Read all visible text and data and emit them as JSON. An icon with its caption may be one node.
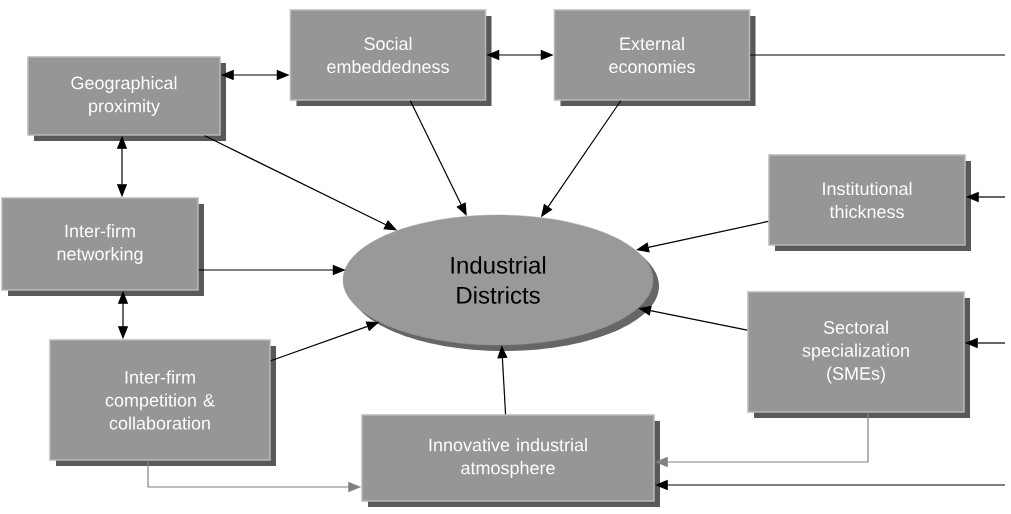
{
  "diagram": {
    "nodes": [
      {
        "text": [
          "Geographical proximity"
        ]
      },
      {
        "text": [
          "Social embeddedness"
        ]
      },
      {
        "text": [
          "External economies"
        ]
      },
      {
        "text": [
          "Inter-firm networking"
        ]
      },
      {
        "text": [
          "Institutional thickness"
        ]
      },
      {
        "text": [
          "Industrial Districts"
        ]
      },
      {
        "text": [
          "Sectoral specialization (SMEs)"
        ]
      },
      {
        "text": [
          "Inter-firm competition & collaboration"
        ]
      },
      {
        "text": [
          "Innovative industrial atmosphere"
        ]
      }
    ],
    "edges": [
      {
        "from": 0,
        "to": 1,
        "arrow": "both"
      },
      {
        "from": 1,
        "to": 2,
        "arrow": "both"
      },
      {
        "from": 0,
        "to": 3,
        "arrow": "both"
      },
      {
        "from": 3,
        "to": 7,
        "arrow": "both"
      },
      {
        "from": 0,
        "to": 5,
        "arrow": "to"
      },
      {
        "from": 1,
        "to": 5,
        "arrow": "to"
      },
      {
        "from": 2,
        "to": 5,
        "arrow": "to"
      },
      {
        "from": 3,
        "to": 5,
        "arrow": "to"
      },
      {
        "from": 7,
        "to": 5,
        "arrow": "to"
      },
      {
        "from": 8,
        "to": 5,
        "arrow": "to"
      },
      {
        "from": 4,
        "to": 5,
        "arrow": "to"
      },
      {
        "from": 6,
        "to": 5,
        "arrow": "to"
      },
      {
        "from": 2,
        "to": null,
        "arrow": "none"
      },
      {
        "from": null,
        "to": 4,
        "arrow": "to"
      },
      {
        "from": null,
        "to": 6,
        "arrow": "to"
      },
      {
        "from": null,
        "to": 8,
        "arrow": "to"
      },
      {
        "from": 6,
        "to": 8,
        "arrow": "to",
        "color": "#808080"
      },
      {
        "from": 7,
        "to": 8,
        "arrow": "to",
        "color": "#808080"
      }
    ]
  }
}
